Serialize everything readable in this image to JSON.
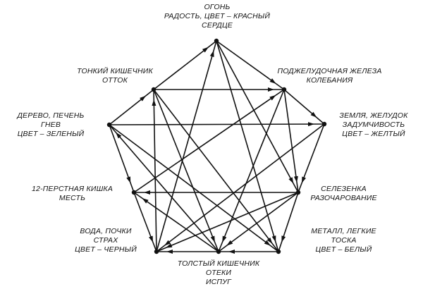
{
  "nodes": {
    "fire": {
      "lines": [
        "ОГОНЬ",
        "РАДОСТЬ, ЦВЕТ – КРАСНЫЙ",
        "СЕРДЦЕ"
      ]
    },
    "small_intestine": {
      "lines": [
        "ТОНКИЙ КИШЕЧНИК",
        "ОТТОК"
      ]
    },
    "pancreas": {
      "lines": [
        "ПОДЖЕЛУДОЧНАЯ ЖЕЛЕЗА",
        "КОЛЕБАНИЯ"
      ]
    },
    "wood": {
      "lines": [
        "ДЕРЕВО, ПЕЧЕНЬ",
        "ГНЕВ",
        "ЦВЕТ – ЗЕЛЕНЫЙ"
      ]
    },
    "earth": {
      "lines": [
        "ЗЕМЛЯ, ЖЕЛУДОК",
        "ЗАДУМЧИВОСТЬ",
        "ЦВЕТ – ЖЕЛТЫЙ"
      ]
    },
    "duodenum": {
      "lines": [
        "12-ПЕРСТНАЯ КИШКА",
        "МЕСТЬ"
      ]
    },
    "spleen": {
      "lines": [
        "СЕЛЕЗЕНКА",
        "РАЗОЧАРОВАНИЕ"
      ]
    },
    "water": {
      "lines": [
        "ВОДА, ПОЧКИ",
        "СТРАХ",
        "ЦВЕТ – ЧЕРНЫЙ"
      ]
    },
    "large_intestine": {
      "lines": [
        "ТОЛСТЫЙ КИШЕЧНИК",
        "ОТЕКИ",
        "ИСПУГ"
      ]
    },
    "metal": {
      "lines": [
        "МЕТАЛЛ, ЛЕГКИЕ",
        "ТОСКА",
        "ЦВЕТ – БЕЛЫЙ"
      ]
    }
  },
  "edges": [
    [
      "small_intestine",
      "fire"
    ],
    [
      "fire",
      "pancreas"
    ],
    [
      "wood",
      "small_intestine"
    ],
    [
      "pancreas",
      "earth"
    ],
    [
      "wood",
      "duodenum"
    ],
    [
      "duodenum",
      "water"
    ],
    [
      "earth",
      "spleen"
    ],
    [
      "spleen",
      "metal"
    ],
    [
      "large_intestine",
      "water"
    ],
    [
      "metal",
      "large_intestine"
    ],
    [
      "small_intestine",
      "pancreas"
    ],
    [
      "wood",
      "earth"
    ],
    [
      "spleen",
      "duodenum"
    ],
    [
      "water",
      "fire"
    ],
    [
      "fire",
      "metal"
    ],
    [
      "wood",
      "metal"
    ],
    [
      "earth",
      "water"
    ],
    [
      "small_intestine",
      "large_intestine"
    ],
    [
      "small_intestine",
      "metal"
    ],
    [
      "duodenum",
      "pancreas"
    ],
    [
      "pancreas",
      "large_intestine"
    ],
    [
      "pancreas",
      "spleen"
    ],
    [
      "water",
      "small_intestine"
    ],
    [
      "large_intestine",
      "duodenum"
    ],
    [
      "spleen",
      "large_intestine"
    ],
    [
      "spleen",
      "water"
    ],
    [
      "large_intestine",
      "wood"
    ],
    [
      "fire",
      "spleen"
    ]
  ],
  "colors": {
    "ink": "#111111",
    "background": "#ffffff"
  }
}
